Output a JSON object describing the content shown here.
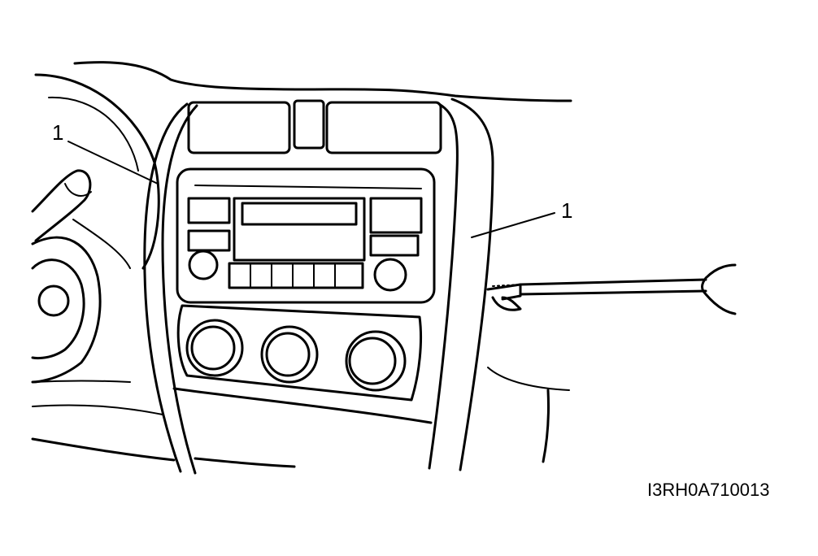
{
  "diagram": {
    "callouts": [
      {
        "label": "1"
      },
      {
        "label": "1"
      }
    ],
    "figure_code": "I3RH0A710013",
    "colors": {
      "line": "#000000",
      "background": "#ffffff"
    }
  }
}
